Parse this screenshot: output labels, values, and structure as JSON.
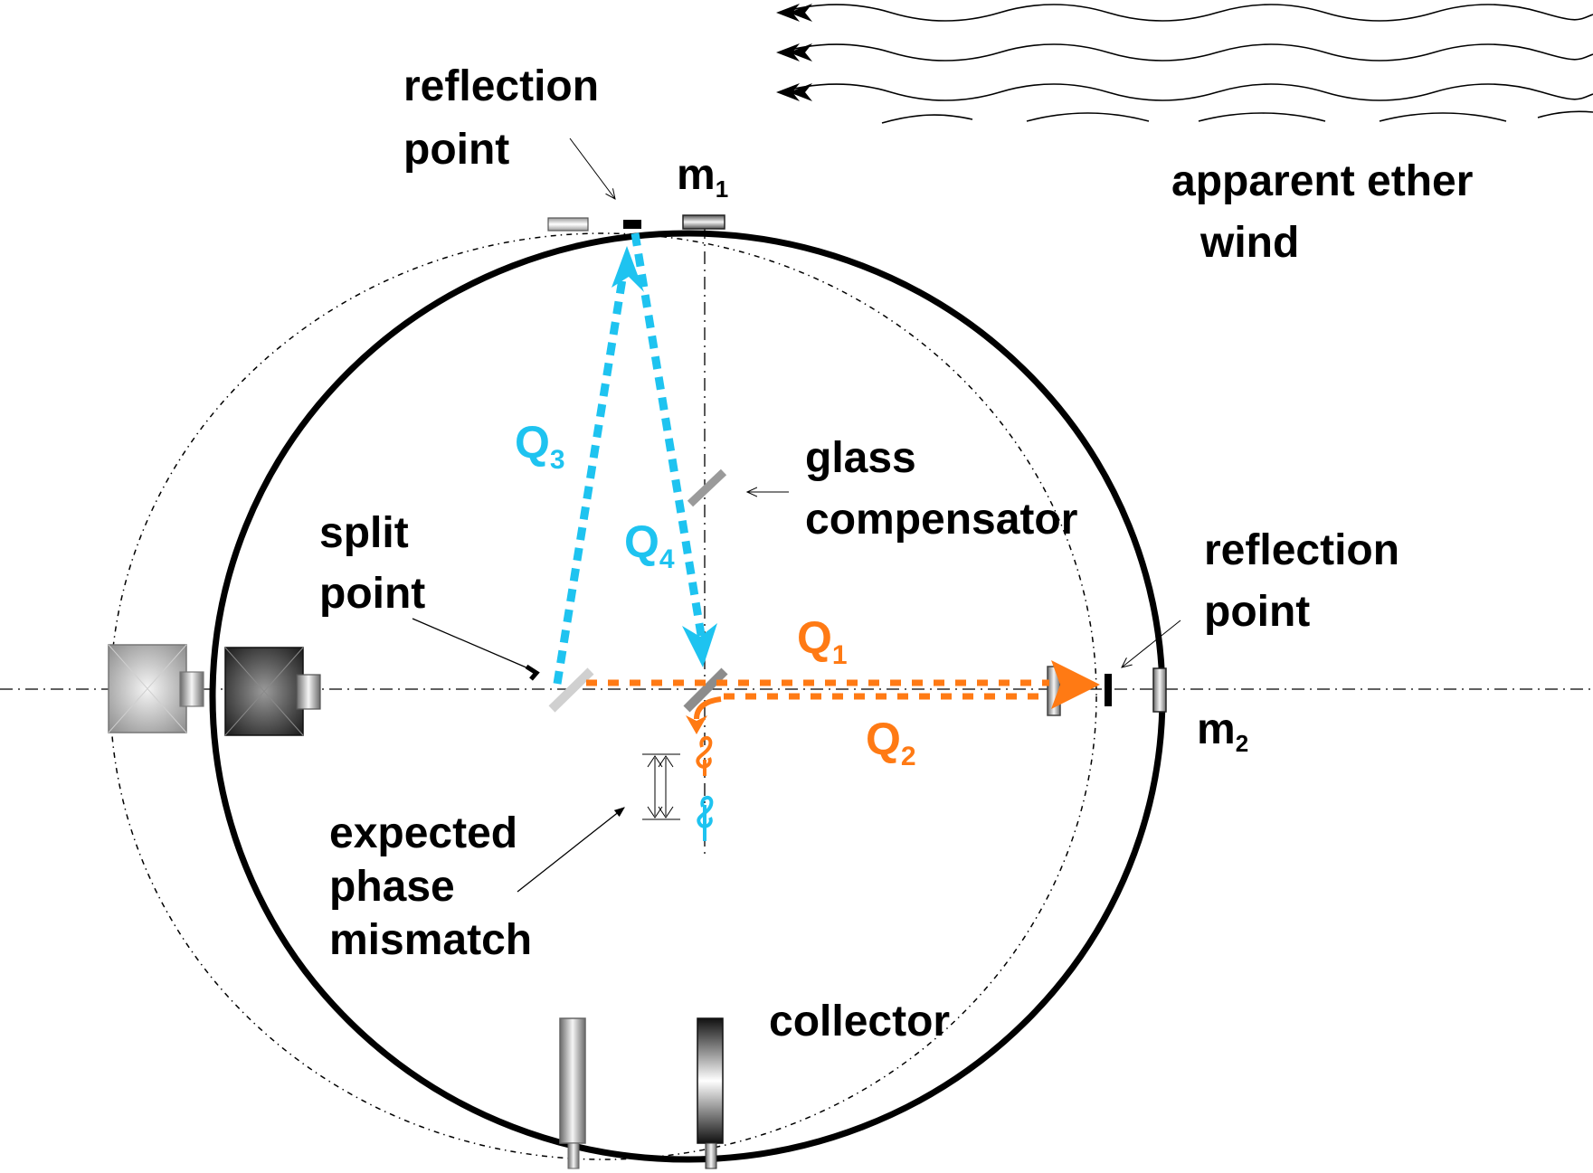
{
  "colors": {
    "background": "#ffffff",
    "outline": "#000000",
    "blue_beam": "#1ec3f0",
    "orange_beam": "#ff7a14",
    "grey_dark": "#3a3a3a",
    "grey_light": "#bdbdbd"
  },
  "labels": {
    "reflection_point_top_line1": "reflection",
    "reflection_point_top_line2": "point",
    "m1_main": "m",
    "m1_sub": "1",
    "apparent_wind_line1": "apparent ether",
    "apparent_wind_line2": "wind",
    "glass_line1": "glass",
    "glass_line2": "compensator",
    "split_line1": "split",
    "split_line2": "point",
    "reflection_point_right_line1": "reflection",
    "reflection_point_right_line2": "point",
    "m2_main": "m",
    "m2_sub": "2",
    "expected_line1": "expected",
    "expected_line2": "phase",
    "expected_line3": "mismatch",
    "collector": "collector"
  },
  "beams": {
    "q3": {
      "main": "Q",
      "sub": "3"
    },
    "q4": {
      "main": "Q",
      "sub": "4"
    },
    "q1": {
      "main": "Q",
      "sub": "1"
    },
    "q2": {
      "main": "Q",
      "sub": "2"
    }
  }
}
